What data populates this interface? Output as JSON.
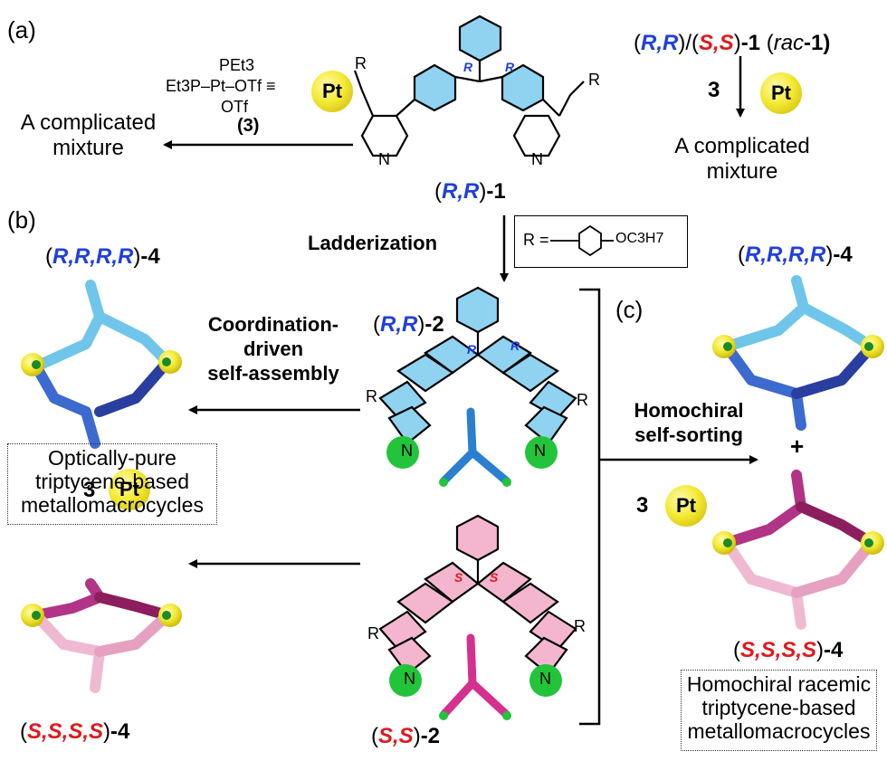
{
  "panels": {
    "a": "(a)",
    "b": "(b)",
    "c": "(c)"
  },
  "reagent": {
    "line1": "PEt3",
    "line2": "Et3P–Pt–OTf ≡",
    "line3": "OTf",
    "label": "(3)",
    "pt": "Pt"
  },
  "left_mixture": [
    "A complicated",
    "mixture"
  ],
  "right_mixture": [
    "A complicated",
    "mixture"
  ],
  "racemic": {
    "rr": "R,R",
    "ss": "S,S",
    "suffix": "-1",
    "rac": "rac",
    "rac_suffix": "-1)"
  },
  "compound1": {
    "label_config": "R,R",
    "suffix": "-1",
    "stereo": [
      "R",
      "R"
    ],
    "substituent": "R",
    "n": "N"
  },
  "r_group": {
    "prefix": "R =",
    "suffix": "OC3H7"
  },
  "steps": {
    "ladderization": "Ladderization",
    "coordination": [
      "Coordination-",
      "driven",
      "self-assembly"
    ],
    "homochiral": [
      "Homochiral",
      "self-sorting"
    ],
    "three": "3",
    "pt": "Pt",
    "plus": "+"
  },
  "compound2_rr": {
    "config": "R,R",
    "suffix": "-2",
    "stereo": [
      "R",
      "R"
    ]
  },
  "compound2_ss": {
    "config": "S,S",
    "suffix": "-2",
    "stereo": [
      "S",
      "S"
    ]
  },
  "macrocycles": {
    "rrrr_left": "R,R,R,R",
    "rrrr_right": "R,R,R,R",
    "ssss_left": "S,S,S,S",
    "ssss_right": "S,S,S,S",
    "suffix": "-4"
  },
  "boxes": {
    "optical": [
      "Optically-pure",
      "triptycene-based",
      "metallomacrocycles"
    ],
    "homochiral": [
      "Homochiral racemic",
      "triptycene-based",
      "metallomacrocycles"
    ]
  },
  "colors": {
    "blue": "#1f3fe0",
    "red": "#e0191f",
    "cyan": "#8fd3f0",
    "pink": "#f4b6cf",
    "green": "#22c43a",
    "pt": "#f3ea36"
  }
}
